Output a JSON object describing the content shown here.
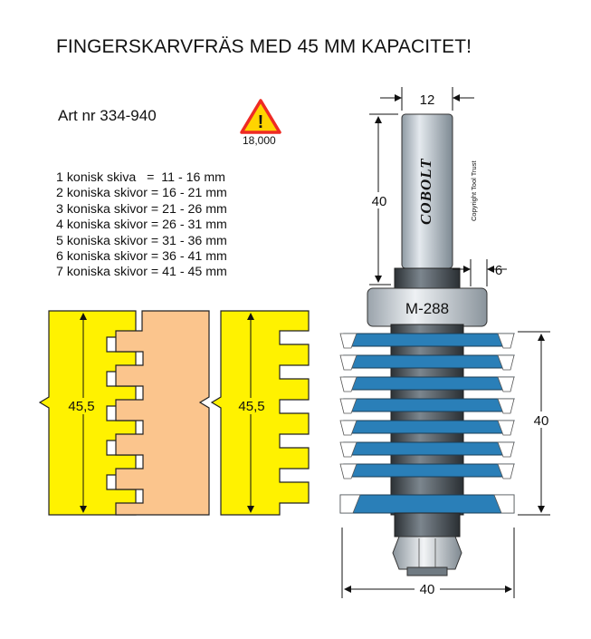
{
  "title": "FINGERSKARVFRÄS MED 45 MM KAPACITET!",
  "article": "Art nr 334-940",
  "warning": {
    "icon": "warning-triangle-icon",
    "symbol": "!",
    "rpm": "18,000"
  },
  "specs": [
    "1 konisk skiva   =  11 - 16 mm",
    "2 koniska skivor = 16 - 21 mm",
    "3 koniska skivor = 21 - 26 mm",
    "4 koniska skivor = 26 - 31 mm",
    "5 koniska skivor = 31 - 36 mm",
    "6 koniska skivor = 36 - 41 mm",
    "7 koniska skivor = 41 - 45 mm"
  ],
  "joint_dimension": "45,5",
  "profile_dimension": "45,5",
  "tool": {
    "brand": "COBOLT",
    "copyright": "Copyright Tool Trust",
    "model": "M-288",
    "shank_diameter": "12",
    "shank_length": "40",
    "disc_spacing": "6",
    "cut_height": "40",
    "cut_diameter": "40"
  },
  "colors": {
    "yellow": "#fff200",
    "wood": "#fbc58d",
    "blade": "#2a7fb8",
    "shank": "#b9c3cb",
    "warning": "#ee2a24"
  }
}
